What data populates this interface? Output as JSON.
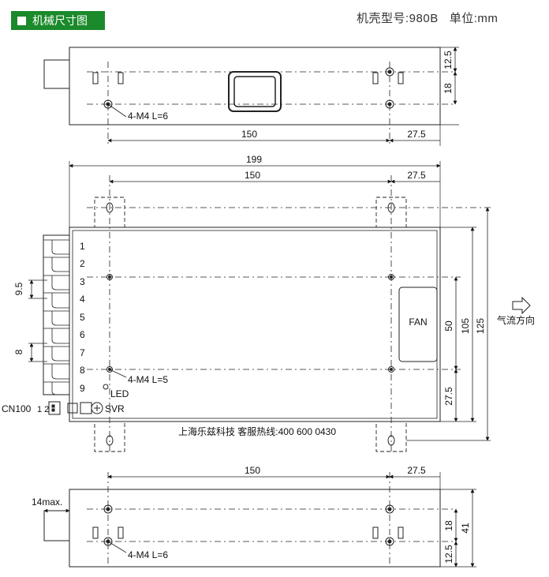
{
  "header": {
    "tag_label": "机械尺寸图",
    "model_label": "机壳型号:980B",
    "unit_label": "单位:mm"
  },
  "top_view": {
    "dim_width": "150",
    "dim_side": "27.5",
    "dim_top": "12.5",
    "dim_height": "18",
    "screw_label": "4-M4 L=6"
  },
  "front_view": {
    "dim_total": "199",
    "dim_width": "150",
    "dim_side": "27.5",
    "terminals": [
      "1",
      "2",
      "3",
      "4",
      "5",
      "6",
      "7",
      "8",
      "9"
    ],
    "dim_pitch": "9.5",
    "dim_gap": "8",
    "led_label": "LED",
    "cn_label": "CN100",
    "cn_pins": "1 2",
    "svr_label": "SVR",
    "fan_label": "FAN",
    "screw_label": "4-M4 L=5",
    "dim_50": "50",
    "dim_105": "105",
    "dim_125": "125",
    "dim_275": "27.5",
    "airflow_label": "气流方向",
    "company_label": "上海乐兹科技 客服热线:400 600 0430"
  },
  "bottom_view": {
    "dim_width": "150",
    "dim_side": "27.5",
    "dim_14": "14max.",
    "dim_18": "18",
    "dim_41": "41",
    "dim_125": "12.5",
    "screw_label": "4-M4 L=6"
  }
}
